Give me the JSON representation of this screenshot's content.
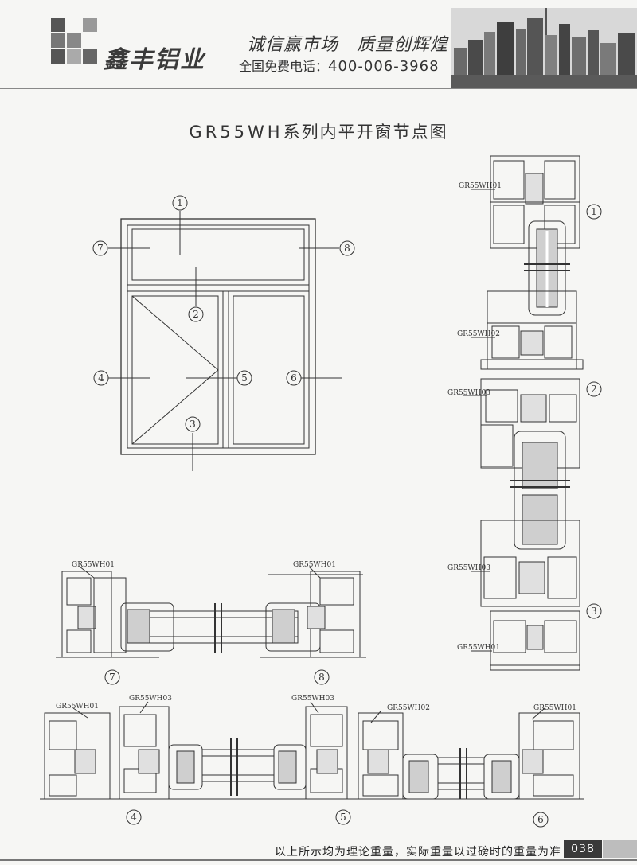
{
  "header": {
    "brand": "鑫丰铝业",
    "slogan": "诚信赢市场　质量创辉煌",
    "phone_label": "全国免费电话：",
    "phone_number": "400-006-3968"
  },
  "title_prefix": "GR55WH",
  "title_suffix": "系列内平开窗节点图",
  "elevation": {
    "callouts": [
      "1",
      "2",
      "3",
      "4",
      "5",
      "6",
      "7",
      "8"
    ]
  },
  "sections": {
    "right_column": {
      "profile_labels": [
        "GR55WH01",
        "GR55WH02",
        "GR55WH03",
        "GR55WH03",
        "GR55WH01"
      ],
      "callouts": [
        "1",
        "2",
        "3"
      ]
    },
    "middle_row": {
      "profile_labels": [
        "GR55WH01",
        "GR55WH01"
      ],
      "callouts": [
        "7",
        "8"
      ]
    },
    "bottom_row": {
      "profile_labels": [
        "GR55WH01",
        "GR55WH03",
        "GR55WH03",
        "GR55WH02",
        "GR55WH01"
      ],
      "callouts": [
        "4",
        "5",
        "6"
      ]
    }
  },
  "footer": {
    "note": "以上所示均为理论重量，实际重量以过磅时的重量为准",
    "page": "038"
  }
}
